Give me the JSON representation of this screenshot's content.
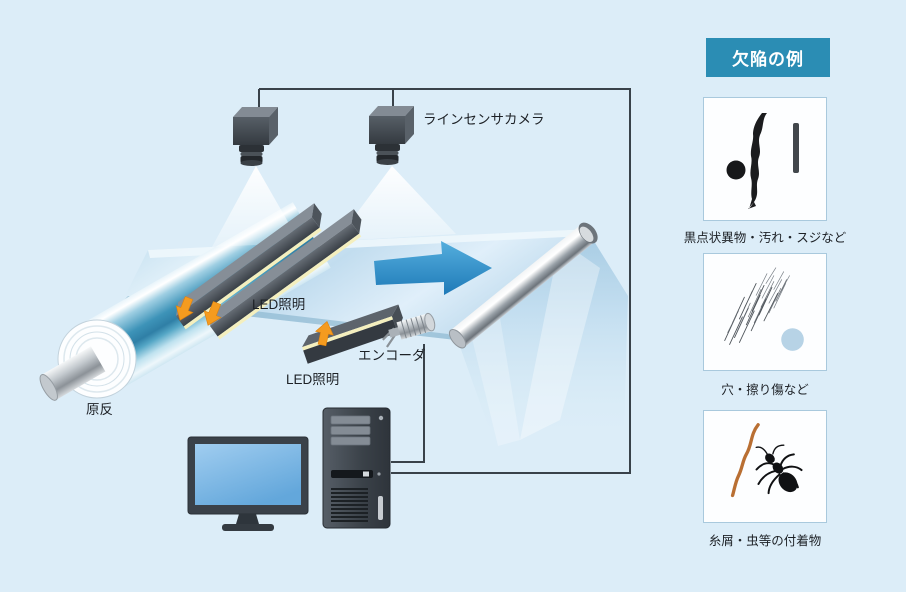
{
  "colors": {
    "bg": "#dcedf8",
    "panel-header-bg": "#2b8db4",
    "panel-header-text": "#ffffff",
    "card-bg": "#fdfeff",
    "card-border": "#a9c9dd",
    "text": "#1d2126",
    "line": "#39424a",
    "orange": "#f59b1f",
    "led-stripe": "#f4efbe",
    "defect-circle": "#b7d3e6",
    "thread-brown": "#b96f33",
    "arrow-blue": "#1f7ab8",
    "roll-blue": "#3d93b8"
  },
  "diagram": {
    "labels": {
      "line_sensor_camera": "ラインセンサカメラ",
      "led_upper": "LED照明",
      "led_lower": "LED照明",
      "encoder": "エンコーダ",
      "raw_roll": "原反"
    }
  },
  "defect_panel": {
    "title": "欠陥の例",
    "items": [
      {
        "caption": "黒点状異物・汚れ・スジなど",
        "image": "black-spots-dirt-streaks"
      },
      {
        "caption": "穴・擦り傷など",
        "image": "holes-scratches"
      },
      {
        "caption": "糸屑・虫等の付着物",
        "image": "thread-insect-adhesion"
      }
    ]
  }
}
